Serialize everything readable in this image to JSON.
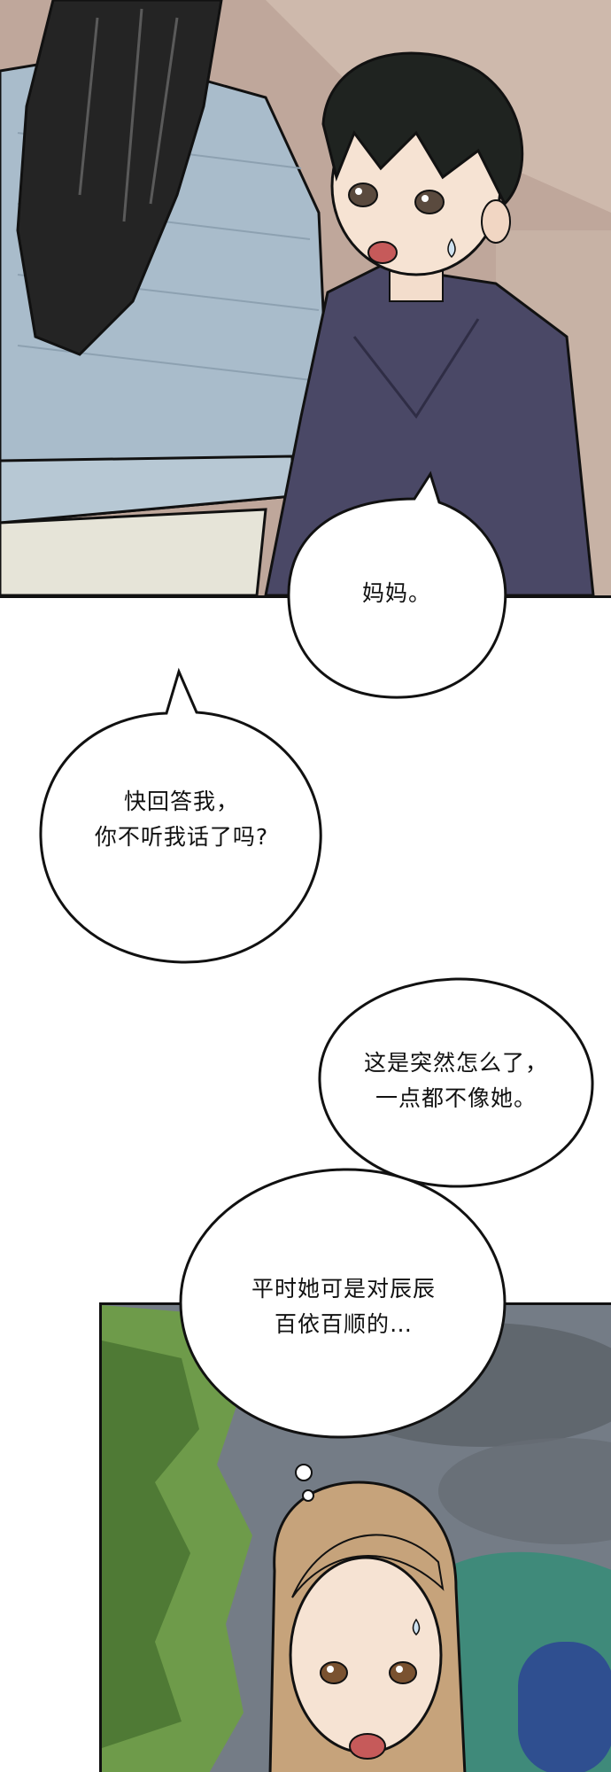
{
  "dialogue": {
    "mom": {
      "text": "妈妈。"
    },
    "answer": {
      "lines": [
        "快回答我，",
        "你不听我话了吗?"
      ]
    },
    "thought_one": {
      "lines": [
        "这是突然怎么了，",
        "一点都不像她。"
      ]
    },
    "thought_two": {
      "lines": [
        "平时她可是对辰辰",
        "百依百顺的…"
      ]
    }
  },
  "colors": {
    "ink": "#111111",
    "hoodie": "#4a4866",
    "sweater": "#a9bccb",
    "hair_dark": "#242424",
    "hair_light": "#c6a37b",
    "foliage": "#6e9b4a"
  }
}
